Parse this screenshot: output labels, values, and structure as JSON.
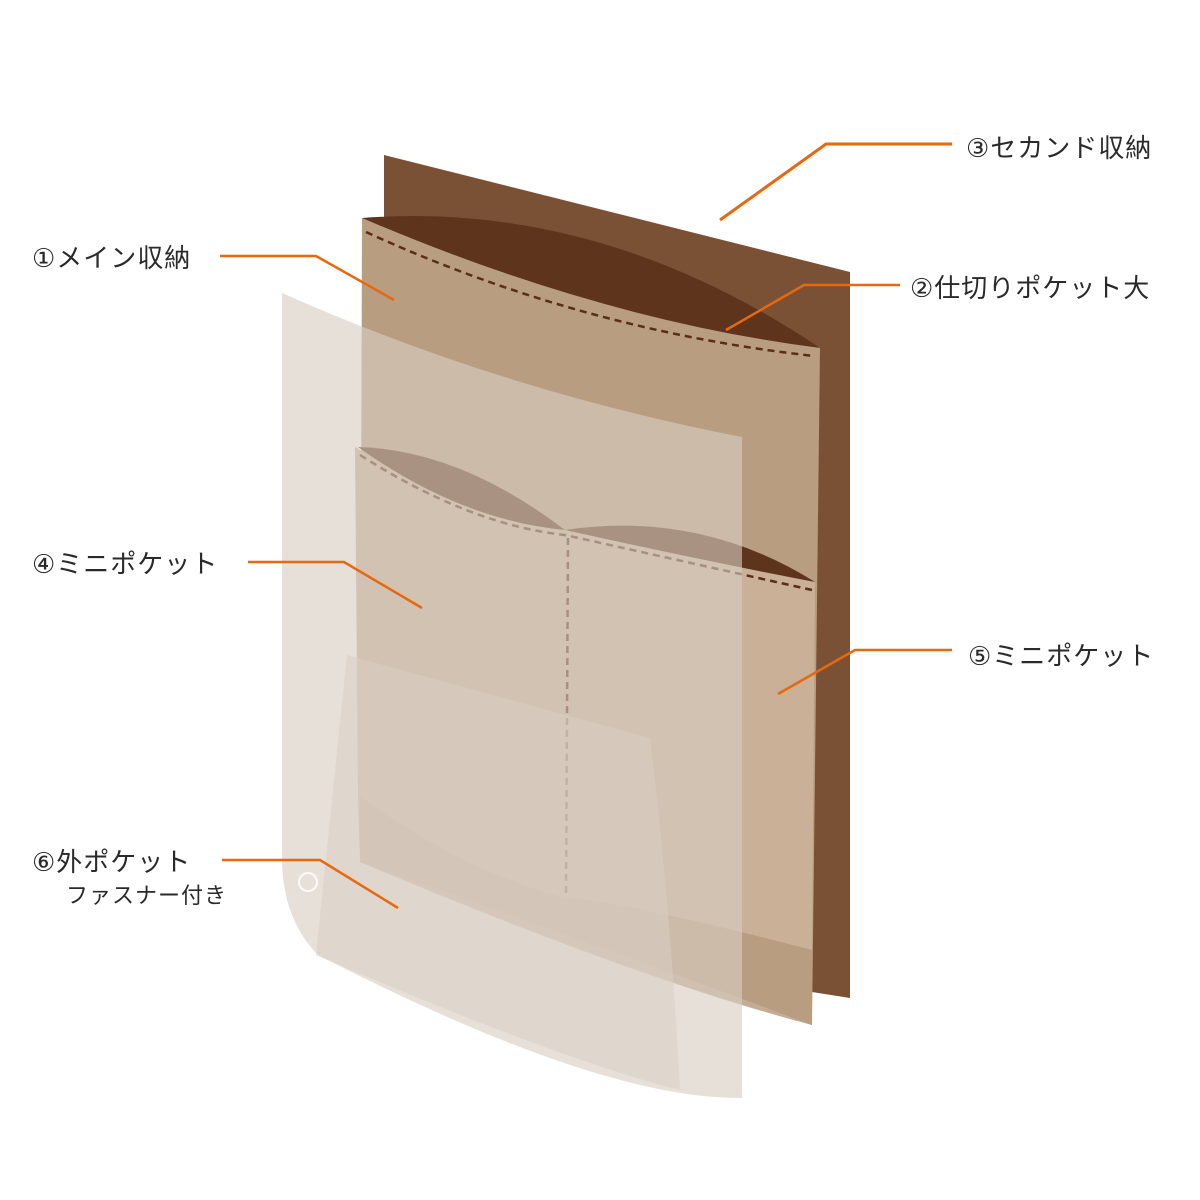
{
  "colors": {
    "leader": "#e8680f",
    "back_panel": "#7a5134",
    "inner_shadow": "#5e341c",
    "main_panel": "#b89d80",
    "mini_panel": "#c9b097",
    "clear_pocket": "#d9cdc2",
    "stitch": "#5a2e14"
  },
  "labels": {
    "second_storage": "③セカンド収納",
    "main_storage": "①メイン収納",
    "divider_pocket": "②仕切りポケット大",
    "mini_pocket_4": "④ミニポケット",
    "mini_pocket_5": "⑤ミニポケット",
    "outer_pocket": "⑥外ポケット",
    "outer_pocket_sub": "ファスナー付き"
  }
}
